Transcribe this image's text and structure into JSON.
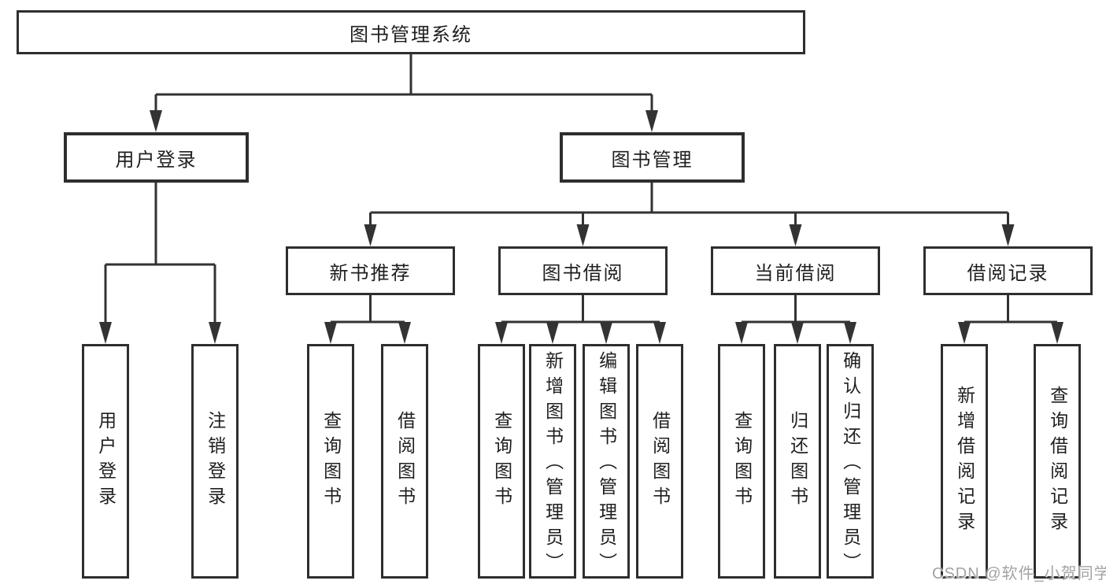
{
  "tree": {
    "root": {
      "label": "图书管理系统"
    },
    "children": [
      {
        "label": "用户登录",
        "children": [
          {
            "label": "用户登录"
          },
          {
            "label": "注销登录"
          }
        ]
      },
      {
        "label": "图书管理",
        "children": [
          {
            "label": "新书推荐",
            "children": [
              {
                "label": "查询图书"
              },
              {
                "label": "借阅图书"
              }
            ]
          },
          {
            "label": "图书借阅",
            "children": [
              {
                "label": "查询图书"
              },
              {
                "label": "新增图书（管理员）"
              },
              {
                "label": "编辑图书（管理员）"
              },
              {
                "label": "借阅图书"
              }
            ]
          },
          {
            "label": "当前借阅",
            "children": [
              {
                "label": "查询图书"
              },
              {
                "label": "归还图书"
              },
              {
                "label": "确认归还（管理员）"
              }
            ]
          },
          {
            "label": "借阅记录",
            "children": [
              {
                "label": "新增借阅记录"
              },
              {
                "label": "查询借阅记录"
              }
            ]
          }
        ]
      }
    ]
  },
  "watermark": "CSDN @软件_小贺同学",
  "colors": {
    "line": "#333333",
    "box_border": "#2e2e2e",
    "text": "#1f1f1f",
    "watermark": "#a3a3a3",
    "background": "#ffffff"
  }
}
